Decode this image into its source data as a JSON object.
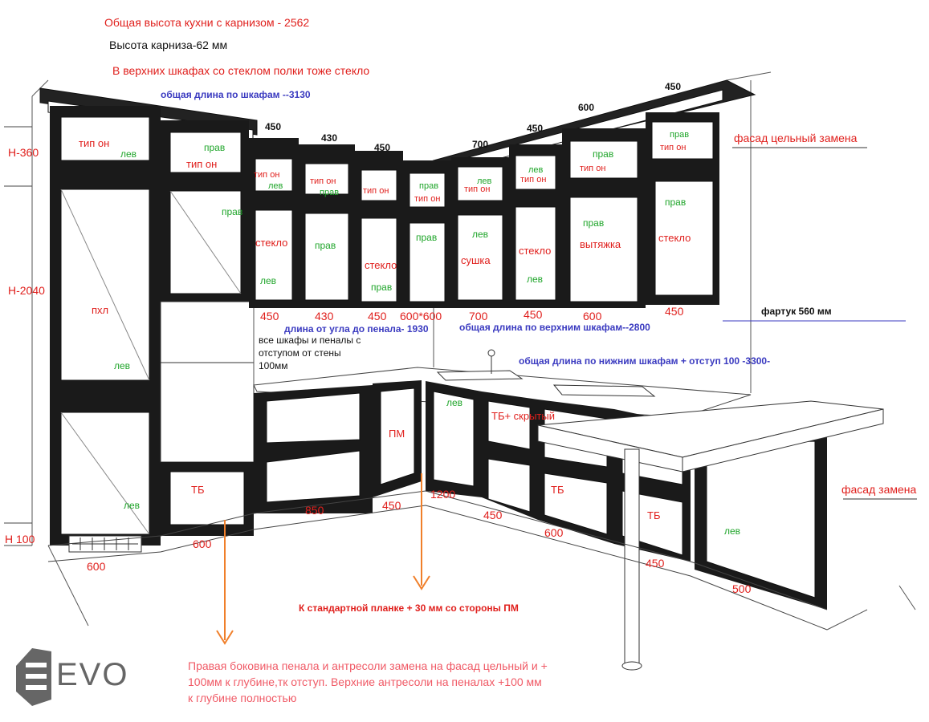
{
  "notes": {
    "total_height": "Общая высота кухни с карнизом - 2562",
    "cornice_height": "Высота карниза-62 мм",
    "glass_shelves": "В верхних шкафах со стеклом полки тоже стекло",
    "total_length_cabinets": "общая длина по шкафам --3130",
    "facade_solid_replace": "фасад цельный замена",
    "apron": "фартук 560 мм",
    "length_corner_to_pencil": "длина от угла до пенала- 1930",
    "total_upper_length": "общая длина по верхним шкафам--2800",
    "indent_line1": "все шкафы и пеналы с",
    "indent_line2": "отступом от стены",
    "indent_line3": "100мм",
    "total_lower_length": "общая длина по нижним шкафам + отступ 100 -3300-",
    "facade_replace": "фасад замена",
    "standard_strip": "К стандартной планке + 30 мм со стороны ПМ",
    "bottom_line1": "Правая боковина пенала и антресоли замена на фасад цельный и +",
    "bottom_line2": "100мм к глубине,тк отступ. Верхние антресоли на пеналах +100 мм",
    "bottom_line3": "к глубине полностью"
  },
  "heights": {
    "h360": "Н-360",
    "h2040": "Н-2040",
    "h100": "Н 100"
  },
  "top_dims": [
    "450",
    "430",
    "450",
    "700",
    "450",
    "600",
    "450"
  ],
  "upper_dims": [
    "450",
    "430",
    "450",
    "600*600",
    "700",
    "450",
    "600",
    "450"
  ],
  "lower_dims": {
    "d600a": "600",
    "d600b": "600",
    "d850": "850",
    "d450a": "450",
    "d1200": "1200",
    "d450b": "450",
    "d600c": "600",
    "d450c": "450",
    "d500": "500"
  },
  "labels": {
    "tip_on": "тип он",
    "lev": "лев",
    "prav": "прав",
    "pkhl": "пхл",
    "steklo": "стекло",
    "sushka": "сушка",
    "vytyazhka": "вытяжка",
    "tb": "ТБ",
    "tb_hidden": "ТБ+ скрытый",
    "pm": "ПМ"
  },
  "logo": {
    "text": "EVO"
  },
  "colors": {
    "red": "#e0201d",
    "green": "#1fa52a",
    "blue": "#3a3ac0",
    "orange": "#f07f2a",
    "frame": "#111111"
  }
}
